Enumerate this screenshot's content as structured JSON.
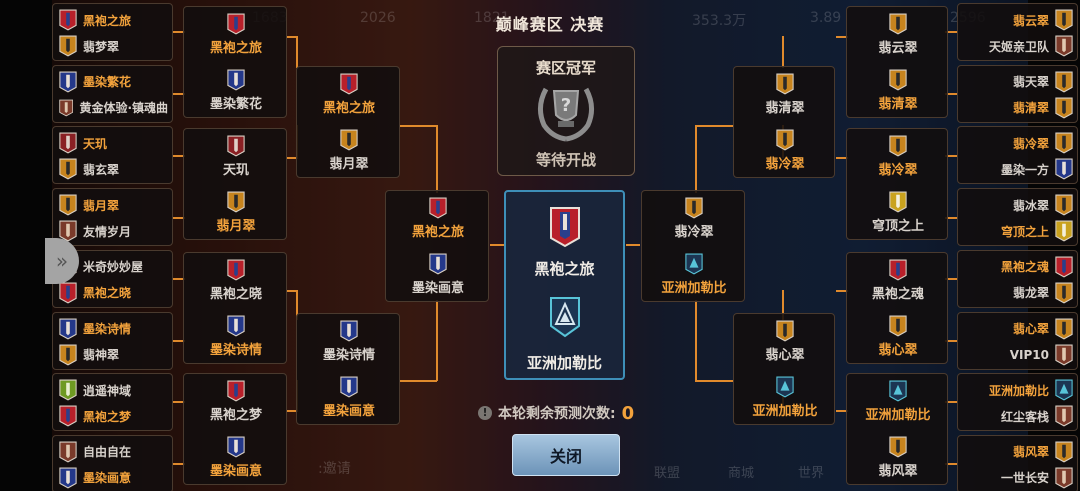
{
  "title": "巅峰赛区 决赛",
  "background_text": {
    "a": "1683",
    "b": "2026",
    "c": "1821",
    "d": "353.3万",
    "e": "3.89",
    "f": "2596",
    "invite": ":邀请",
    "alliance": "联盟",
    "shop": "商城",
    "world": "世界"
  },
  "champion": {
    "heading": "赛区冠军",
    "status": "等待开战",
    "icon": "laurel-trophy-question-icon"
  },
  "final": {
    "top": "黑袍之旅",
    "bottom": "亚洲加勒比",
    "top_icon": "robe-banner-crest-icon",
    "bottom_icon": "triangle-shield-crest-icon"
  },
  "prediction": {
    "label": "本轮剩余预测次数:",
    "value": "0"
  },
  "close_label": "关闭",
  "colors": {
    "winner": "#f2a23c",
    "loser": "#d8d2cc",
    "bracket_line": "#e08a2c",
    "final_border": "#3e8fb8"
  },
  "left_r1": [
    [
      "黑袍之旅",
      "翡梦翠"
    ],
    [
      "墨染繁花",
      "黄金体验·镇魂曲"
    ],
    [
      "天玑",
      "翡玄翠"
    ],
    [
      "翡月翠",
      "友情岁月"
    ],
    [
      "米奇妙妙屋",
      "黑袍之晓"
    ],
    [
      "墨染诗情",
      "翡神翠"
    ],
    [
      "逍遥神域",
      "黑袍之梦"
    ],
    [
      "自由自在",
      "墨染画意"
    ]
  ],
  "left_r1_winner": [
    0,
    0,
    0,
    0,
    1,
    0,
    1,
    1
  ],
  "left_r2": [
    [
      "黑袍之旅",
      "墨染繁花"
    ],
    [
      "天玑",
      "翡月翠"
    ],
    [
      "黑袍之晓",
      "墨染诗情"
    ],
    [
      "黑袍之梦",
      "墨染画意"
    ]
  ],
  "left_r2_winner": [
    0,
    1,
    1,
    1
  ],
  "left_r3": [
    [
      "黑袍之旅",
      "翡月翠"
    ],
    [
      "墨染诗情",
      "墨染画意"
    ]
  ],
  "left_r3_winner": [
    0,
    1
  ],
  "left_r4": [
    "黑袍之旅",
    "墨染画意"
  ],
  "left_r4_winner": 0,
  "right_r1": [
    [
      "翡云翠",
      "天姬亲卫队"
    ],
    [
      "翡天翠",
      "翡清翠"
    ],
    [
      "翡冷翠",
      "墨染一方"
    ],
    [
      "翡冰翠",
      "穹顶之上"
    ],
    [
      "黑袍之魂",
      "翡龙翠"
    ],
    [
      "翡心翠",
      "VIP10"
    ],
    [
      "亚洲加勒比",
      "红尘客栈"
    ],
    [
      "翡风翠",
      "一世长安"
    ]
  ],
  "right_r1_winner": [
    0,
    1,
    0,
    1,
    0,
    0,
    0,
    0
  ],
  "right_r2": [
    [
      "翡云翠",
      "翡清翠"
    ],
    [
      "翡冷翠",
      "穹顶之上"
    ],
    [
      "黑袍之魂",
      "翡心翠"
    ],
    [
      "亚洲加勒比",
      "翡风翠"
    ]
  ],
  "right_r2_winner": [
    1,
    0,
    1,
    0
  ],
  "right_r3": [
    [
      "翡清翠",
      "翡冷翠"
    ],
    [
      "翡心翠",
      "亚洲加勒比"
    ]
  ],
  "right_r3_winner": [
    1,
    1
  ],
  "right_r4": [
    "翡冷翠",
    "亚洲加勒比"
  ],
  "right_r4_winner": 1
}
